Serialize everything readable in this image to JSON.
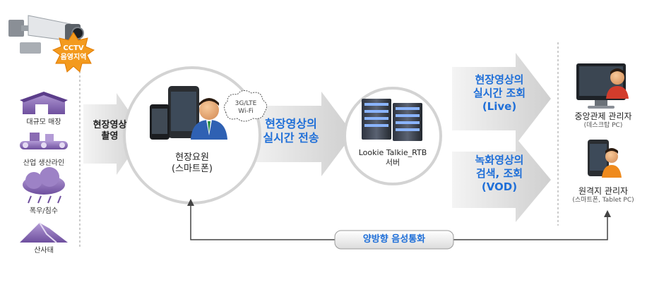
{
  "cctv": {
    "badge_line1": "CCTV",
    "badge_line2": "음영지역"
  },
  "sources": [
    {
      "label": "대규모 매장",
      "icon": "store-icon"
    },
    {
      "label": "산업 생산라인",
      "icon": "conveyor-icon"
    },
    {
      "label": "폭우/침수",
      "icon": "rain-cloud-icon"
    },
    {
      "label": "산사태",
      "icon": "landslide-icon"
    }
  ],
  "flow": {
    "capture_line1": "현장영상",
    "capture_line2": "촬영",
    "transfer_line1": "현장영상의",
    "transfer_line2": "실시간 전송",
    "live_line1": "현장영상의",
    "live_line2": "실시간 조회",
    "live_line3": "(Live)",
    "vod_line1": "녹화영상의",
    "vod_line2": "검색, 조회",
    "vod_line3": "(VOD)",
    "voice": "양방향 음성통화"
  },
  "field_agent": {
    "network_line1": "3G/LTE",
    "network_line2": "Wi-Fi",
    "name": "현장요원",
    "device": "(스마트폰)"
  },
  "server": {
    "name": "Lookie Talkie_RTB",
    "sub": "서버"
  },
  "managers": [
    {
      "name": "중앙관제 관리자",
      "device": "(데스크탑 PC)"
    },
    {
      "name": "원격지 관리자",
      "device": "(스마트폰, Tablet PC)"
    }
  ],
  "colors": {
    "accent_blue": "#1f6fd8",
    "badge_orange": "#f39a1e",
    "arrow_gray": "#d9d9d9",
    "source_purple": "#8a6bb3"
  }
}
